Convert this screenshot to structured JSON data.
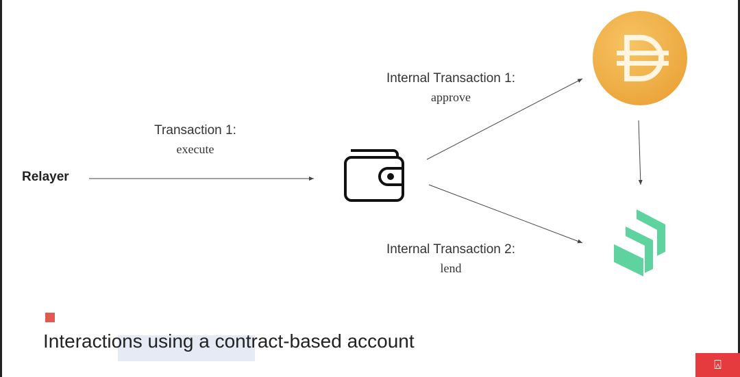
{
  "nodes": {
    "relayer": "Relayer"
  },
  "edges": [
    {
      "title": "Transaction 1:",
      "action": "execute"
    },
    {
      "title": "Internal Transaction 1:",
      "action": "approve"
    },
    {
      "title": "Internal Transaction 2:",
      "action": "lend"
    }
  ],
  "slide": {
    "title": "Interactions using a contract-based account"
  },
  "icons": {
    "wallet": "wallet-icon",
    "dai": "dai-token-icon",
    "compound": "compound-icon",
    "logo": "logo-badge-icon"
  },
  "colors": {
    "dai": "#f0b24a",
    "compound": "#5fd39f",
    "accent": "#e05a50"
  }
}
